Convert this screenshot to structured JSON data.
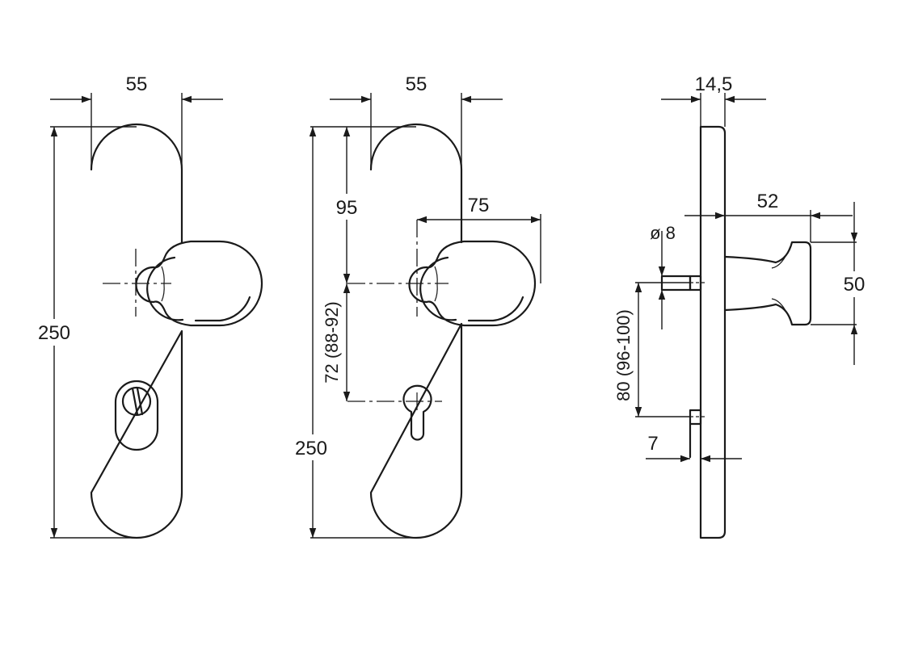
{
  "drawing": {
    "title": "Door handle escutcheon plate with knob – dimensioned technical drawing",
    "units": "mm",
    "views": [
      {
        "id": "front-view-profile-cylinder-with-thumbturn",
        "labels": {
          "width": "55",
          "height": "250"
        },
        "features": [
          "knob-rosette",
          "oval-cylinder-cover-with-turn"
        ]
      },
      {
        "id": "front-view-profile-cylinder",
        "labels": {
          "width": "55",
          "height": "250",
          "top_to_knob": "95",
          "knob_projection": "75",
          "knob_to_cylinder": "72 (88-92)"
        },
        "features": [
          "knob-rosette",
          "euro-profile-cylinder-hole"
        ]
      },
      {
        "id": "side-view",
        "labels": {
          "thickness": "14,5",
          "knob_depth": "52",
          "knob_diameter": "50",
          "pin_diameter": "ø 8",
          "pin_spacing": "80 (96-100)",
          "pin_length": "7"
        },
        "features": [
          "plate-section",
          "knob-profile",
          "fixing-pins"
        ]
      }
    ]
  }
}
